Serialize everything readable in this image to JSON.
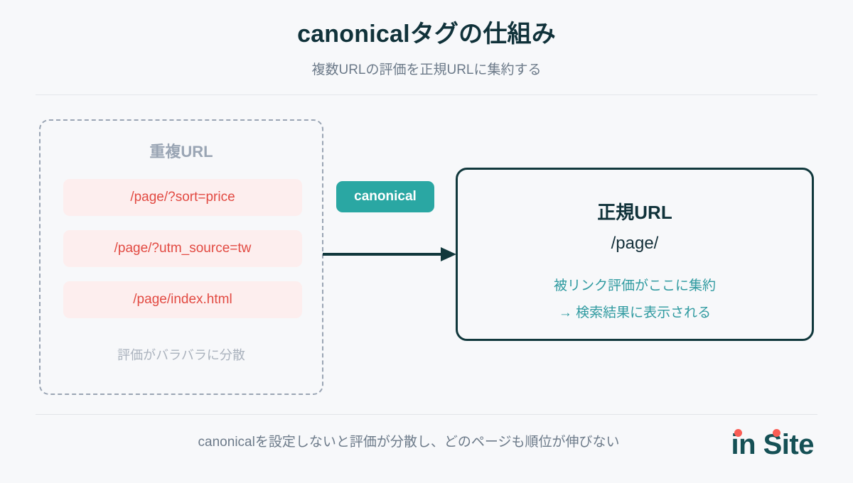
{
  "header": {
    "title": "canonicalタグの仕組み",
    "subtitle": "複数URLの評価を正規URLに集約する"
  },
  "duplicate_box": {
    "heading": "重複URL",
    "urls": [
      "/page/?sort=price",
      "/page/?utm_source=tw",
      "/page/index.html"
    ],
    "note": "評価がバラバラに分散",
    "border_style": "dashed",
    "border_color": "#9aa5b4",
    "pill_background": "#fdeeee",
    "pill_text_color": "#e24a42"
  },
  "connector": {
    "badge_label": "canonical",
    "badge_color": "#2aa7a3",
    "badge_text_color": "#ffffff",
    "arrow_color": "#11383c",
    "arrow_direction": "right"
  },
  "canonical_box": {
    "heading": "正規URL",
    "url": "/page/",
    "benefit_line_1": "被リンク評価がここに集約",
    "benefit_line_2": "→ 検索結果に表示される",
    "border_color": "#11383c",
    "accent_text_color": "#2f9aa0"
  },
  "footer": {
    "note": "canonicalを設定しないと評価が分散し、どのページも順位が伸びない",
    "logo_text": "in Site",
    "logo_color": "#155055",
    "logo_dot_color": "#fa5d55"
  },
  "theme": {
    "background": "#f7f8fa",
    "title_color": "#10323a",
    "subtitle_color": "#6c7a89",
    "divider_color": "#e4e7ea"
  }
}
